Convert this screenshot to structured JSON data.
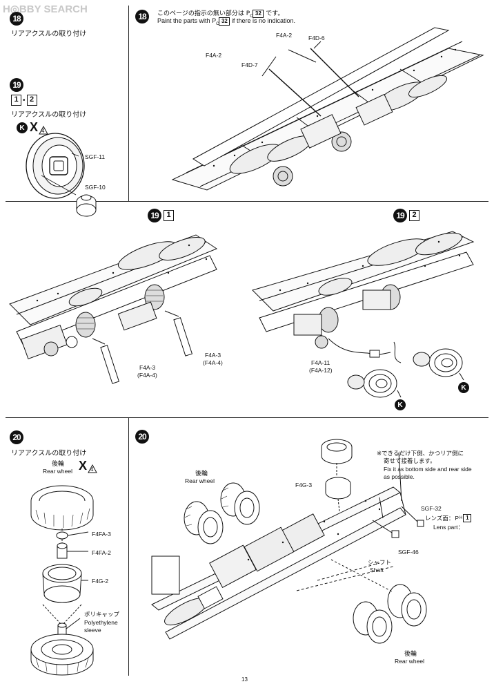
{
  "watermark": {
    "logo_text": "H◎BBY SEARCH"
  },
  "page_number": "13",
  "left_column": {
    "step18": {
      "num": "18",
      "title": "リアアクスルの取り付け"
    },
    "step19": {
      "num": "19",
      "variants": [
        "1",
        "2"
      ],
      "title": "リアアクスルの取り付け",
      "mark_k": "K",
      "mark_x": "X",
      "mark_count": "4",
      "parts": {
        "sgf11": "SGF-11",
        "sgf10": "SGF-10"
      }
    }
  },
  "step18_main": {
    "num": "18",
    "note_jp_prefix": "このページの指示の無い部分は",
    "note_jp_suffix": "です。",
    "note_en_prefix": "Paint the parts with",
    "note_en_suffix": "if there is no indication.",
    "paint_ref": "P",
    "paint_sub": "C",
    "paint_num": "32",
    "labels": {
      "f4a2_a": "F4A-2",
      "f4d6": "F4D-6",
      "f4a2_b": "F4A-2",
      "f4d7": "F4D-7"
    }
  },
  "step19_1": {
    "num": "19",
    "box": "1",
    "labels": {
      "f4a3_l": "F4A-3",
      "f4a4_l": "(F4A-4)",
      "f4a3_r": "F4A-3",
      "f4a4_r": "(F4A-4)"
    }
  },
  "step19_2": {
    "num": "19",
    "box": "2",
    "mark_k": "K",
    "labels": {
      "f4a11": "F4A-11",
      "f4a12": "(F4A-12)"
    }
  },
  "step20_left": {
    "num": "20",
    "title": "リアアクスルの取り付け",
    "rear_wheel_jp": "後輪",
    "rear_wheel_en": "Rear wheel",
    "mark_x": "X",
    "mark_count": "4",
    "labels": {
      "f4fa3": "F4FA-3",
      "f4fa2": "F4FA-2",
      "f4g2": "F4G-2",
      "poly_jp": "ポリキャップ",
      "poly_en1": "Polyethylene",
      "poly_en2": "sleeve"
    }
  },
  "step20_main": {
    "num": "20",
    "note_jp1": "※できるだけ下側、かつリア側に",
    "note_jp2": "寄せて接着します。",
    "note_en1": "Fix it as bottom side and rear side",
    "note_en2": "as possible.",
    "rear_wheel_jp_top": "後輪",
    "rear_wheel_en_top": "Rear wheel",
    "f4g3": "F4G-3",
    "sgf32": "SGF-32",
    "lens_jp": "レンズ面：",
    "lens_ref": "P",
    "lens_sub": "H",
    "lens_num": "1",
    "lens_en": "Lens part：",
    "sgf46": "SGF-46",
    "shaft_jp": "シャフト",
    "shaft_en": "Shaft",
    "rear_wheel_jp_bottom": "後輪",
    "rear_wheel_en_bottom": "Rear wheel"
  }
}
